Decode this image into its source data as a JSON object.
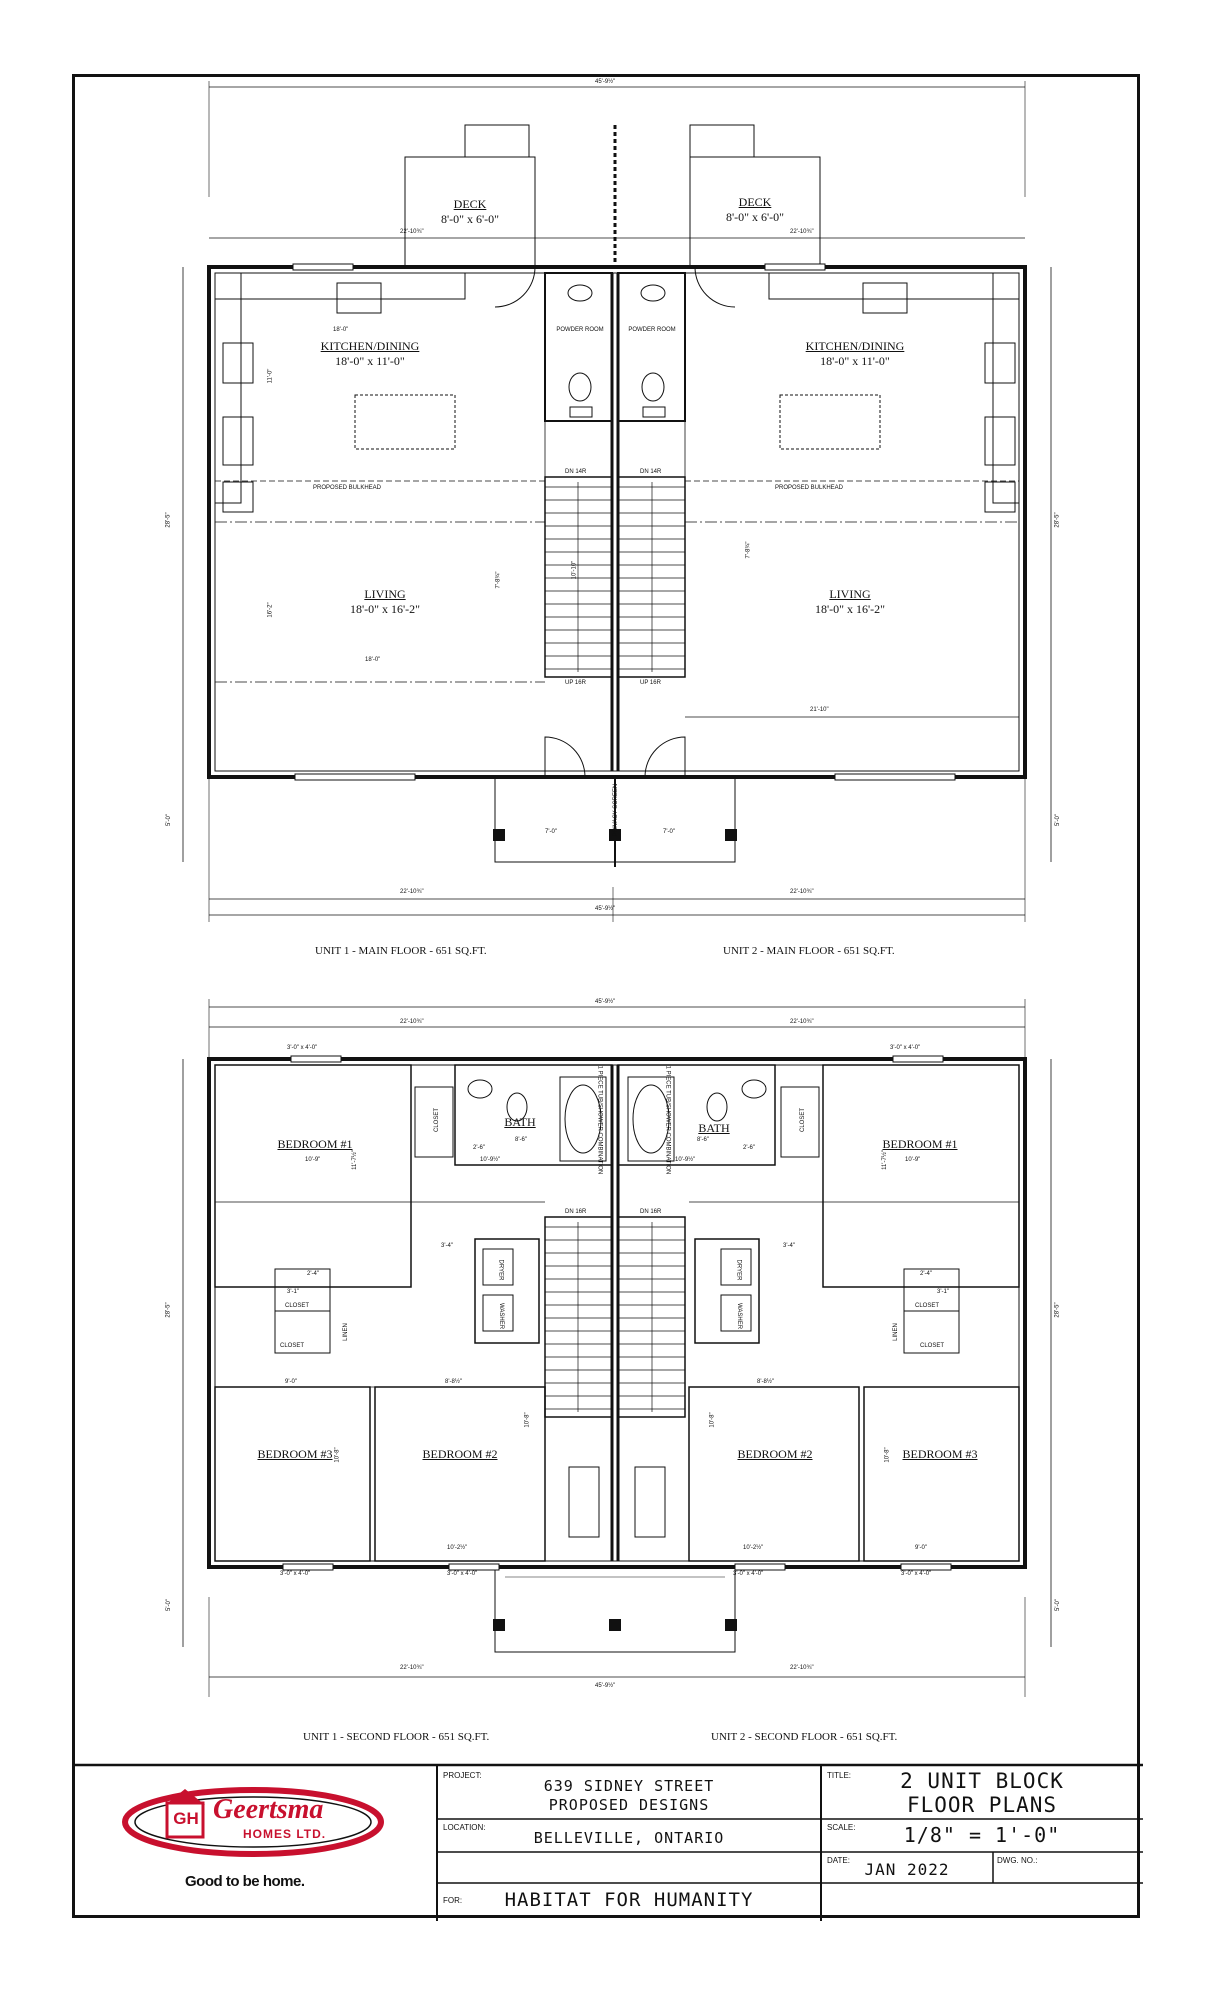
{
  "floor_main": {
    "caption_unit1": "UNIT 1 - MAIN FLOOR - 651 SQ.FT.",
    "caption_unit2": "UNIT 2 - MAIN FLOOR - 651 SQ.FT.",
    "deck_label": "DECK",
    "deck_size": "8'-0\" x 6'-0\"",
    "kitchen_label": "KITCHEN/DINING",
    "kitchen_size": "18'-0\" x 11'-0\"",
    "living_label": "LIVING",
    "living_size": "18'-0\" x 16'-2\"",
    "powder_room": "POWDER ROOM",
    "bulkhead": "PROPOSED BULKHEAD",
    "stair_up": "UP 16R",
    "stair_dn": "DN 14R",
    "privacy_screen": "PRIVACY SCREEN",
    "dims": {
      "overall": "45'-9½\"",
      "half": "22'-10¾\"",
      "depth": "28'-5\"",
      "porch": "5'-0\"",
      "porch_width": "7'-0\"",
      "kitchen_w": "18'-0\"",
      "kitchen_h": "11'-0\"",
      "living_h": "16'-2\"",
      "living_w": "18'-0\"",
      "stair_w": "10'-10\"",
      "side": "7'-8¾\"",
      "u2_w": "21'-10\""
    }
  },
  "floor_second": {
    "caption_unit1": "UNIT 1 - SECOND FLOOR - 651 SQ.FT.",
    "caption_unit2": "UNIT 2 - SECOND FLOOR - 651 SQ.FT.",
    "bedroom1": "BEDROOM #1",
    "bedroom2": "BEDROOM #2",
    "bedroom3": "BEDROOM #3",
    "bath": "BATH",
    "closet": "CLOSET",
    "linen": "LINEN",
    "dryer": "DRYER",
    "washer": "WASHER",
    "tub": "1 PIECE TUB/SHOWER COMBINATION",
    "stair_dn": "DN 16R",
    "window": "3'-0\" x 4'-0\"",
    "dims": {
      "overall": "45'-9½\"",
      "half": "22'-10¾\"",
      "depth": "28'-5\"",
      "porch": "5'-0\"",
      "b1_w": "10'-9\"",
      "b1_h": "11'-7½\"",
      "b2_w": "8'-8½\"",
      "b2_h": "10'-8\"",
      "b2_w2": "10'-2½\"",
      "b3_w": "9'-0\"",
      "b3_h": "10'-8\"",
      "bath_w": "8'-6\"",
      "hall": "10'-9½\"",
      "d1": "2'-6\"",
      "d2": "3'-4\"",
      "d3": "2'-4\"",
      "d4": "3'-1\""
    }
  },
  "title_block": {
    "logo_name": "Geertsma",
    "logo_sub": "HOMES LTD.",
    "logo_initials": "GH",
    "tagline": "Good to be home.",
    "project_label": "PROJECT:",
    "project_line1": "639 SIDNEY STREET",
    "project_line2": "PROPOSED DESIGNS",
    "location_label": "LOCATION:",
    "location": "BELLEVILLE, ONTARIO",
    "for_label": "FOR:",
    "for": "HABITAT FOR HUMANITY",
    "title_label": "TITLE:",
    "title_line1": "2 UNIT BLOCK",
    "title_line2": "FLOOR PLANS",
    "scale_label": "SCALE:",
    "scale": "1/8\" = 1'-0\"",
    "date_label": "DATE:",
    "date": "JAN 2022",
    "dwg_label": "DWG. NO.:",
    "colors": {
      "logo_red": "#c8102e",
      "ink": "#111111"
    }
  }
}
